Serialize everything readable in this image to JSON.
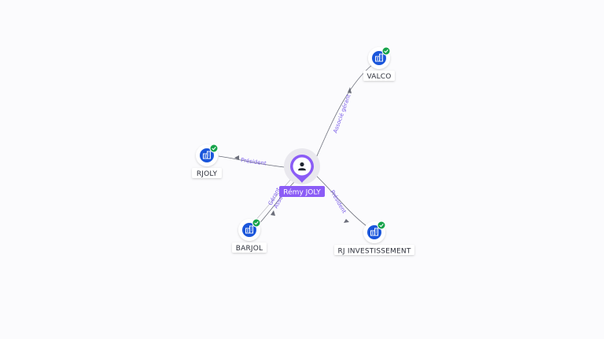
{
  "graph": {
    "center": {
      "name": "Rémy JOLY",
      "icon": "person-icon",
      "color": "#8b5cf6"
    },
    "nodes": [
      {
        "id": "valco",
        "label": "VALCO",
        "icon": "company-building-icon",
        "verified": true
      },
      {
        "id": "rjoly",
        "label": "RJOLY",
        "icon": "company-building-icon",
        "verified": true
      },
      {
        "id": "barjol",
        "label": "BARJOL",
        "icon": "company-building-icon",
        "verified": true
      },
      {
        "id": "rj-investissement",
        "label": "RJ INVESTISSEMENT",
        "icon": "company-building-icon",
        "verified": true
      }
    ],
    "edges": [
      {
        "to": "valco",
        "label": "Associé gérant"
      },
      {
        "to": "rjoly",
        "label": "Président"
      },
      {
        "to": "barjol",
        "label": "Gérant"
      },
      {
        "to": "barjol",
        "label": "Associé"
      },
      {
        "to": "rj-investissement",
        "label": "Président"
      }
    ],
    "colors": {
      "accent": "#8b5cf6",
      "company_icon": "#1a56db",
      "verified_badge": "#16a34a",
      "edge_line": "#6b6e7a",
      "edge_label": "#7a5de8"
    }
  }
}
